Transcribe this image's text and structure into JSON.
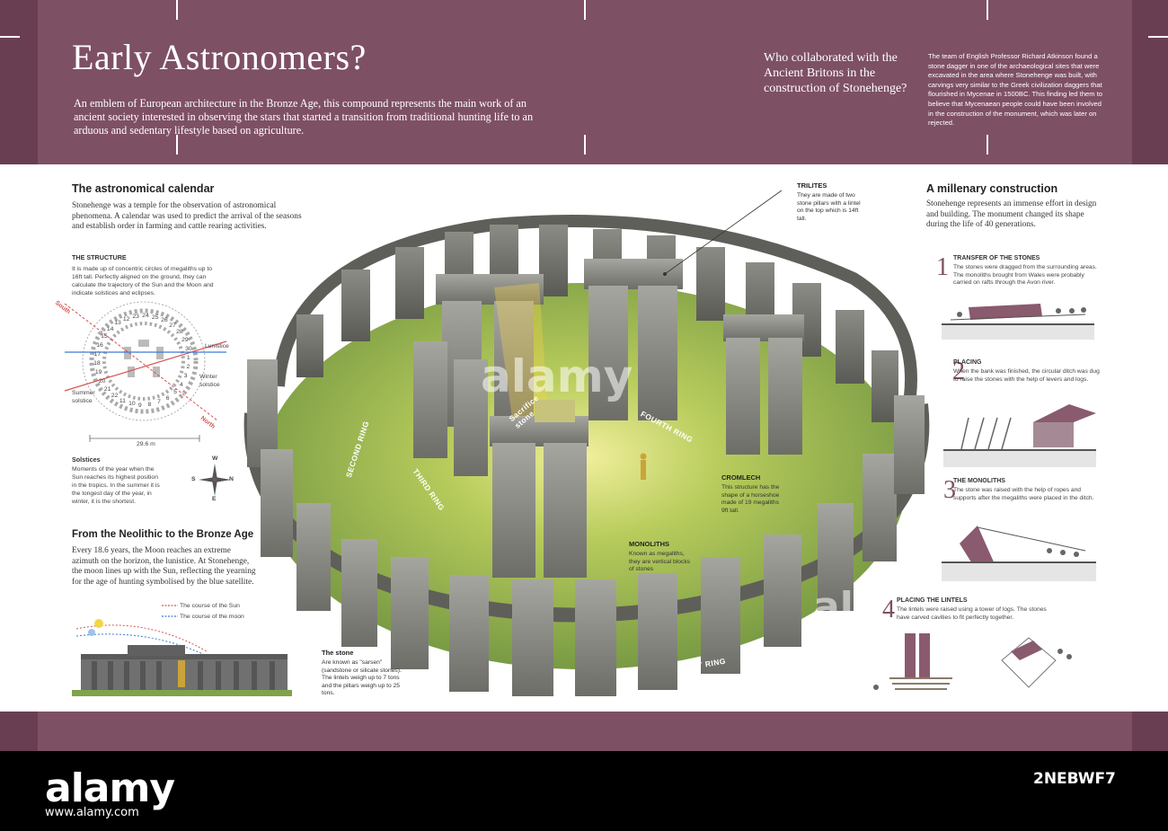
{
  "header": {
    "title": "Early Astronomers?",
    "intro": "An emblem of European architecture in the Bronze Age, this compound represents the main work of an ancient society interested in observing the stars that started a transition from traditional hunting life to an arduous and sedentary lifestyle based on agriculture.",
    "question": "Who collaborated with the Ancient Britons in the construction of Stonehenge?",
    "answer": "The team of English Professor Richard Atkinson found a stone dagger in one of the archaeological sites that were excavated in the area where Stonehenge was built, with carvings very similar to the Greek civilization daggers that flourished in Mycenae in 1500BC. This finding led them to believe that Mycenaean people could have been involved in the construction of the monument, which was later on rejected."
  },
  "left": {
    "calendar_title": "The astronomical calendar",
    "calendar_text": "Stonehenge was a temple for the observation of astronomical phenomena. A calendar was used to predict the arrival of the seasons and establish order in farming and cattle rearing activities.",
    "structure_title": "THE STRUCTURE",
    "structure_text": "It is made up of concentric circles of megaliths up to 16ft tall. Perfectly aligned on the ground, they can calculate the trajectory of the Sun and the Moon and indicate solstices and eclipses.",
    "plan_labels": {
      "south": "South",
      "north": "North",
      "lunistice": "Lunistice",
      "winter_solstice": "Winter solstice",
      "summer_solstice": "Summer solstice",
      "scale": "29.6 m",
      "numbers": [
        "12",
        "13",
        "14",
        "15",
        "16",
        "17",
        "18",
        "19",
        "20",
        "21",
        "22",
        "11",
        "10",
        "9",
        "8",
        "7",
        "6",
        "5",
        "4",
        "3",
        "2",
        "1",
        "30",
        "29",
        "28",
        "27",
        "26",
        "25",
        "24",
        "23"
      ]
    },
    "solstices_title": "Solstices",
    "solstices_text": "Moments of the year when the Sun reaches its highest position in the tropics. In the summer it is the longest day of the year, in winter, it is the shortest.",
    "compass": {
      "n": "N",
      "s": "S",
      "e": "E",
      "w": "W"
    },
    "neolithic_title": "From the Neolithic to the Bronze Age",
    "neolithic_text": "Every 18.6 years, the Moon reaches an extreme azimuth on the horizon, the lunistice. At Stonehenge, the moon lines up with the Sun, reflecting the yearning for the age of hunting symbolised by the blue satellite.",
    "legend_sun": "The course of the Sun",
    "legend_moon": "The course of the moon"
  },
  "center": {
    "trilites_title": "TRILITES",
    "trilites_text": "They are made of two stone pillars with a lintel on the top which is 14ft tall.",
    "sacrifice": "Sacrifice stone",
    "fourth_ring": "FOURTH RING",
    "second_ring": "SECOND RING",
    "third_ring": "THIRD RING",
    "first_ring": "FIRST RING",
    "cromlech_title": "CROMLECH",
    "cromlech_text": "This structure has the shape of a horseshoe made of 19 megaliths 9ft tall.",
    "monoliths_title": "MONOLITHS",
    "monoliths_text": "Known as megaliths, they are vertical blocks of stones",
    "stone_title": "The stone",
    "stone_text": "Are known as \"sarsen\" (sandstone or silicate stones). The lintels weigh up to 7 tons and the pillars weigh up to 25 tons.",
    "watermark": "alamy"
  },
  "right": {
    "title": "A millenary construction",
    "text": "Stonehenge represents an immense effort in design and building. The monument changed its shape during the life of 40 generations.",
    "steps": [
      {
        "num": "1",
        "title": "TRANSFER OF THE STONES",
        "text": "The stones were dragged from the surrounding areas. The monoliths brought from Wales were probably carried on rafts through the Avon river."
      },
      {
        "num": "2",
        "title": "PLACING",
        "text": "When the bank was finished, the circular ditch was dug to raise the stones with the help of levers and logs."
      },
      {
        "num": "3",
        "title": "THE MONOLITHS",
        "text": "The stone was raised with the help of ropes and supports after the megaliths were placed in the ditch."
      },
      {
        "num": "4",
        "title": "PLACING THE LINTELS",
        "text": "The lintels were raised using a tower of logs. The stones have carved cavities to fit perfectly together."
      }
    ]
  },
  "footer": {
    "logo": "alamy",
    "url": "www.alamy.com",
    "image_id": "2NEBWF7"
  },
  "colors": {
    "header_bg": "#7e5064",
    "header_edge": "#6a3e52",
    "sun_line": "#d9534f",
    "moon_line": "#3a7bd5",
    "grass": "#7fa34a",
    "stone": "#8a8a85"
  }
}
